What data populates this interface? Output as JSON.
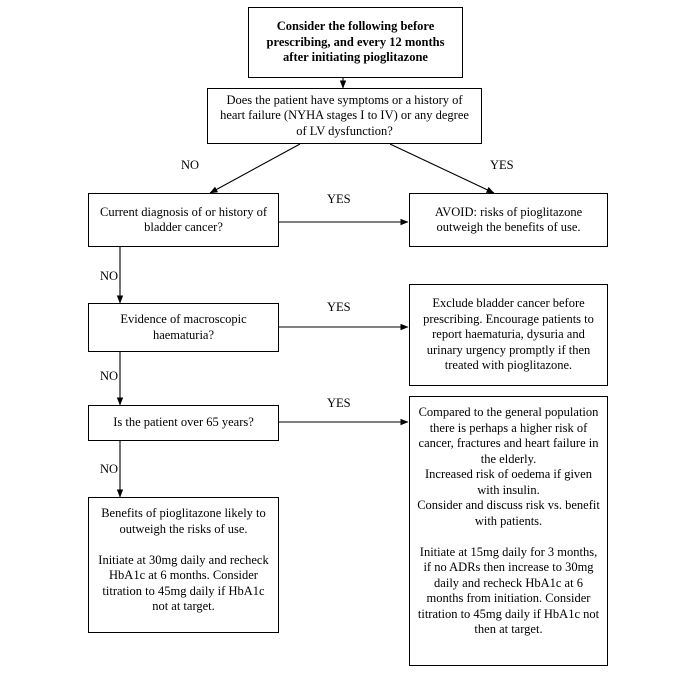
{
  "diagram": {
    "title_box": {
      "text": "Consider the following before prescribing, and every 12 months after initiating pioglitazone"
    },
    "nodes": [
      {
        "id": "heart-failure-question",
        "text": "Does the patient have symptoms or a history of heart failure (NYHA stages I to IV) or any degree of LV dysfunction?"
      },
      {
        "id": "bladder-cancer-question",
        "text": "Current diagnosis of or history of bladder cancer?"
      },
      {
        "id": "avoid-outcome",
        "text": "AVOID: risks of pioglitazone outweigh the benefits of use."
      },
      {
        "id": "haematuria-question",
        "text": "Evidence of macroscopic haematuria?"
      },
      {
        "id": "exclude-bladder-cancer-outcome",
        "text": "Exclude bladder cancer before prescribing. Encourage patients to report haematuria, dysuria and urinary urgency promptly if then treated with pioglitazone."
      },
      {
        "id": "over-65-question",
        "text": "Is the patient over 65 years?"
      },
      {
        "id": "elderly-outcome",
        "text": "Compared to the general population there is perhaps a higher risk of cancer, fractures and heart failure in the elderly.\nIncreased risk of oedema if given with insulin.\nConsider and discuss risk vs. benefit with patients.\n\nInitiate at 15mg daily for 3 months, if no ADRs then increase to 30mg daily and recheck HbA1c at 6 months from initiation. Consider titration to 45mg daily if HbA1c not then at target."
      },
      {
        "id": "benefits-outcome",
        "text": "Benefits of pioglitazone likely to outweigh the risks of use.\n\nInitiate at 30mg daily and recheck HbA1c at 6 months. Consider titration to 45mg daily if HbA1c not at target."
      }
    ],
    "edge_labels": [
      {
        "id": "hf-no",
        "text": "NO"
      },
      {
        "id": "hf-yes",
        "text": "YES"
      },
      {
        "id": "bladder-yes",
        "text": "YES"
      },
      {
        "id": "bladder-no",
        "text": "NO"
      },
      {
        "id": "haematuria-yes",
        "text": "YES"
      },
      {
        "id": "haematuria-no",
        "text": "NO"
      },
      {
        "id": "over65-yes",
        "text": "YES"
      },
      {
        "id": "over65-no",
        "text": "NO"
      }
    ]
  }
}
